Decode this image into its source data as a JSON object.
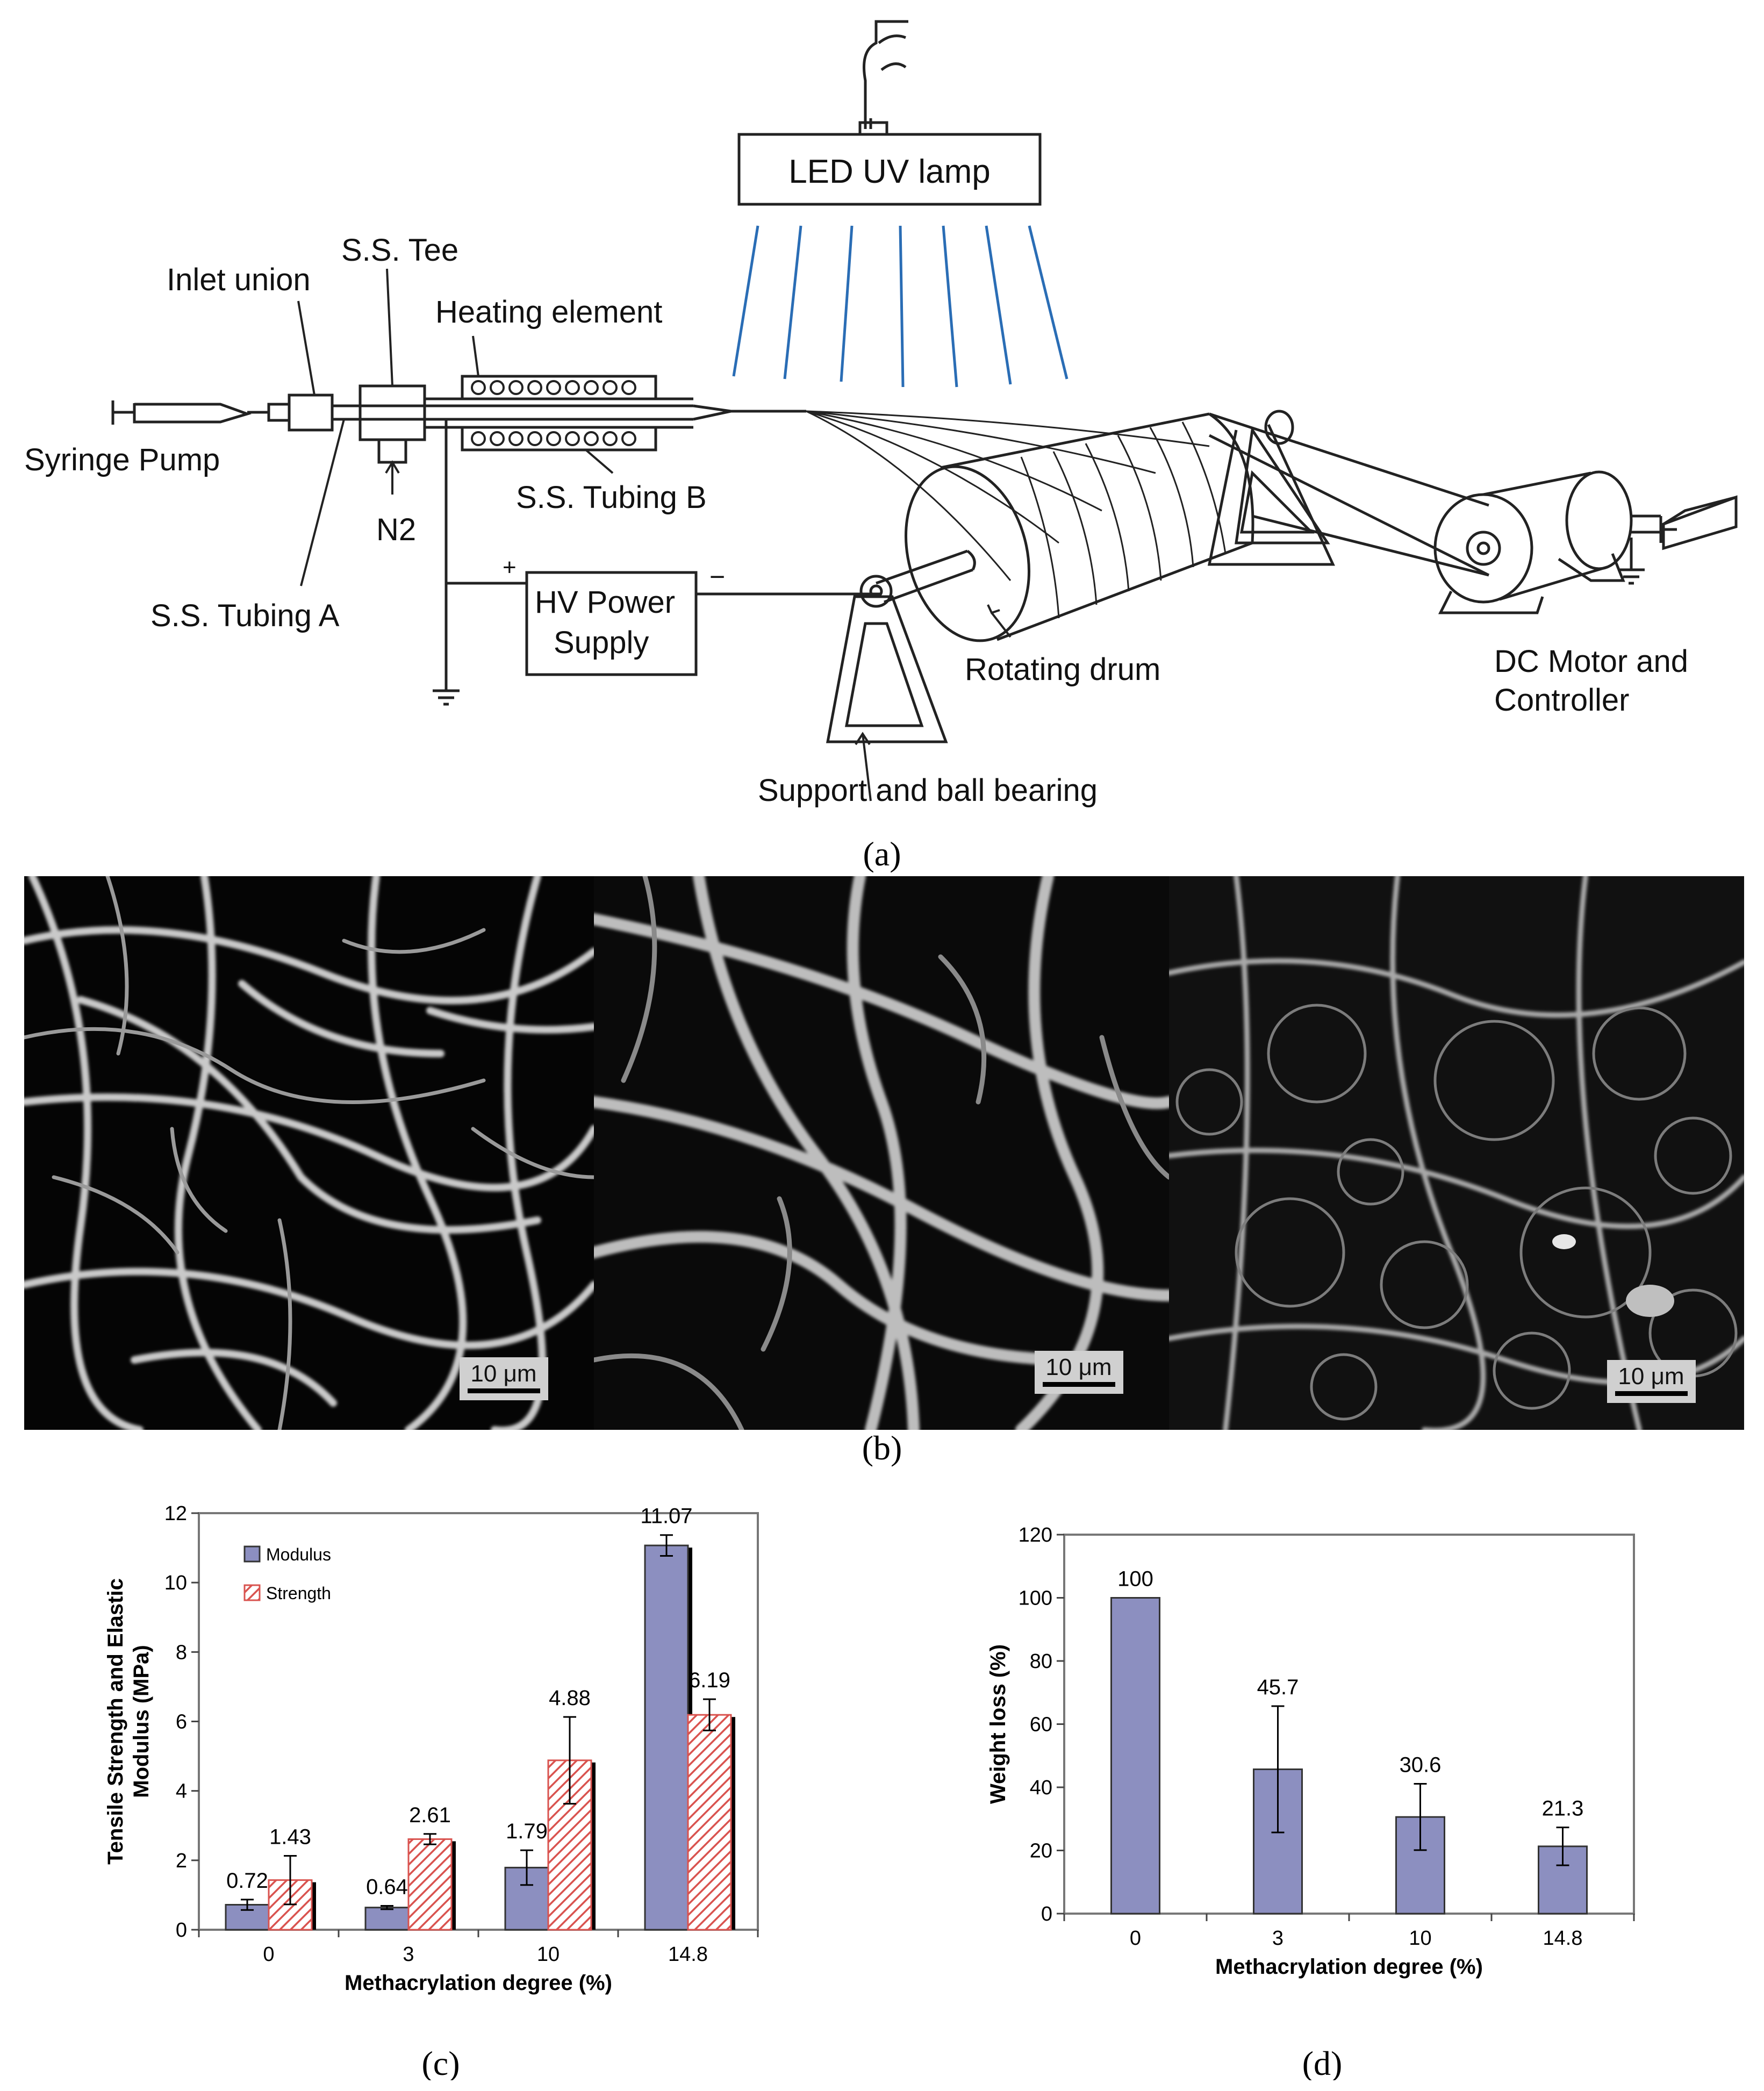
{
  "figure_a": {
    "labels": {
      "lamp": "LED UV lamp",
      "ss_tee": "S.S. Tee",
      "inlet_union": "Inlet union",
      "heating_element": "Heating element",
      "syringe_pump": "Syringe Pump",
      "ss_tubing_b": "S.S. Tubing B",
      "n2": "N2",
      "ss_tubing_a": "S.S. Tubing A",
      "hv_power_1": "HV Power",
      "hv_power_2": "Supply",
      "plus": "+",
      "minus": "−",
      "rotating_drum": "Rotating drum",
      "dc_motor_1": "DC Motor and",
      "dc_motor_2": "Controller",
      "support": "Support and ball bearing"
    },
    "caption": "(a)"
  },
  "figure_b": {
    "scale_bars": [
      "10 μm",
      "10 μm",
      "10 μm"
    ],
    "caption": "(b)"
  },
  "figure_c_caption": "(c)",
  "figure_d_caption": "(d)",
  "chart_data": [
    {
      "type": "bar",
      "categories": [
        "0",
        "3",
        "10",
        "14.8"
      ],
      "xlabel": "Methacrylation degree (%)",
      "ylabel": "Tensile Strength and Elastic Modulus (MPa)",
      "ylabel_line1": "Tensile Strength and Elastic",
      "ylabel_line2": "Modulus (MPa)",
      "ylim": [
        0,
        12
      ],
      "yticks": [
        "0",
        "2",
        "4",
        "6",
        "8",
        "10",
        "12"
      ],
      "legend_placement": "top-left",
      "series": [
        {
          "name": "Modulus",
          "values": [
            0.72,
            0.64,
            1.79,
            11.07
          ],
          "errors": [
            0.15,
            0.05,
            0.5,
            0.3
          ],
          "labels": [
            "0.72",
            "0.64",
            "1.79",
            "11.07"
          ],
          "color": "#8c8fc0"
        },
        {
          "name": "Strength",
          "values": [
            1.43,
            2.61,
            4.88,
            6.19
          ],
          "errors": [
            0.7,
            0.15,
            1.25,
            0.45
          ],
          "labels": [
            "1.43",
            "2.61",
            "4.88",
            "6.19"
          ],
          "color": "#d9534f"
        }
      ]
    },
    {
      "type": "bar",
      "categories": [
        "0",
        "3",
        "10",
        "14.8"
      ],
      "xlabel": "Methacrylation degree (%)",
      "ylabel": "Weight loss (%)",
      "ylim": [
        0,
        120
      ],
      "yticks": [
        "0",
        "20",
        "40",
        "60",
        "80",
        "100",
        "120"
      ],
      "series": [
        {
          "values": [
            100,
            45.7,
            30.6,
            21.3
          ],
          "errors": [
            0,
            20,
            10.5,
            6
          ],
          "labels": [
            "100",
            "45.7",
            "30.6",
            "21.3"
          ],
          "color": "#8c8fc0"
        }
      ]
    }
  ]
}
